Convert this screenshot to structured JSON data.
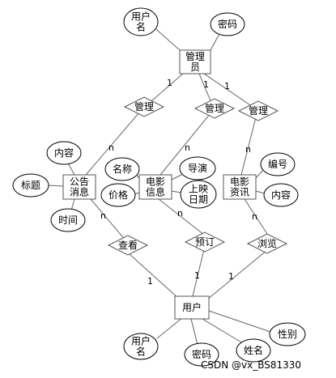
{
  "entities": {
    "admin": "管理\n员",
    "notice": "公告\n消息",
    "movie_info": "电影\n信息",
    "movie_news": "电影\n资讯",
    "user": "用户"
  },
  "attributes": {
    "admin_username": "用户\n名",
    "admin_password": "密码",
    "notice_content": "内容",
    "notice_title": "标题",
    "notice_time": "时间",
    "movie_name": "名称",
    "movie_price": "价格",
    "movie_director": "导演",
    "movie_release_date": "上映\n日期",
    "news_number": "编号",
    "news_content": "内容",
    "user_username": "用户\n名",
    "user_password": "密码",
    "user_name": "姓名",
    "user_gender": "性别"
  },
  "relationships": {
    "manage_notice": "管理",
    "manage_movie": "管理",
    "manage_news": "管理",
    "view": "查看",
    "book": "预订",
    "browse": "浏览"
  },
  "cardinalities": {
    "admin_notice_1": "1",
    "notice_n": "n",
    "admin_movie_1": "1",
    "movie_n": "n",
    "admin_news_1": "1",
    "news_n": "n",
    "notice_view_n": "n",
    "user_view_1": "1",
    "movie_book_n": "n",
    "user_book_1": "1",
    "news_browse_n": "n",
    "user_browse_1": "1"
  },
  "watermark": "CSDN @vx_BS81330"
}
